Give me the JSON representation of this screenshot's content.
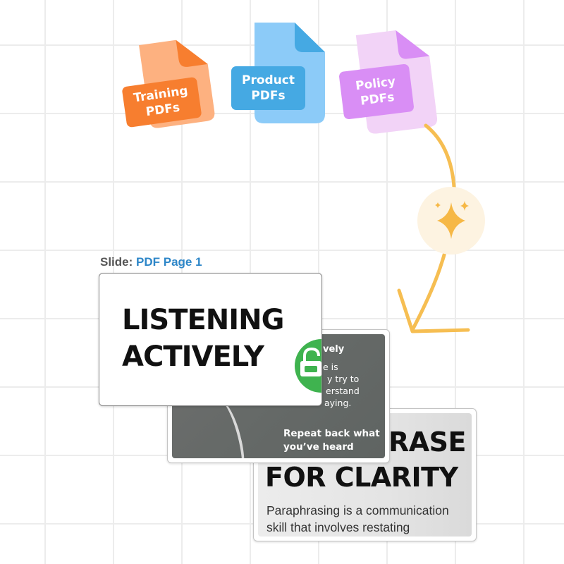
{
  "files": [
    {
      "label_line1": "Training",
      "label_line2": "PDFs",
      "body_color": "#fdb180",
      "fold_color": "#f77e2f",
      "tag_color": "#f77e2f"
    },
    {
      "label_line1": "Product",
      "label_line2": "PDFs",
      "body_color": "#8ccbf8",
      "fold_color": "#45a9e3",
      "tag_color": "#45a9e3"
    },
    {
      "label_line1": "Policy",
      "label_line2": "PDFs",
      "body_color": "#f2d3f7",
      "fold_color": "#d98ef5",
      "tag_color": "#d98ef5"
    }
  ],
  "flow": {
    "arrow_color": "#f6be52",
    "sparkle_color": "#f6b846",
    "sparkle_icon": "sparkle-icon"
  },
  "slide_caption": {
    "prefix": "Slide:",
    "page": "PDF Page 1"
  },
  "slides": [
    {
      "title_line1": "LISTENING",
      "title_line2": "ACTIVELY",
      "badge_icon": "lock-icon"
    },
    {
      "heading": "vely",
      "para_line1": "e is",
      "para_line2": "y try to",
      "para_line3": "erstand",
      "para_line4": "aying.",
      "repeat_line1": "Repeat back what",
      "repeat_line2": "you’ve heard"
    },
    {
      "title_line1": "RASE",
      "title_line2": "FOR CLARITY",
      "body_line1": "Paraphrasing is a communication",
      "body_line2": "skill that involves restating"
    }
  ]
}
